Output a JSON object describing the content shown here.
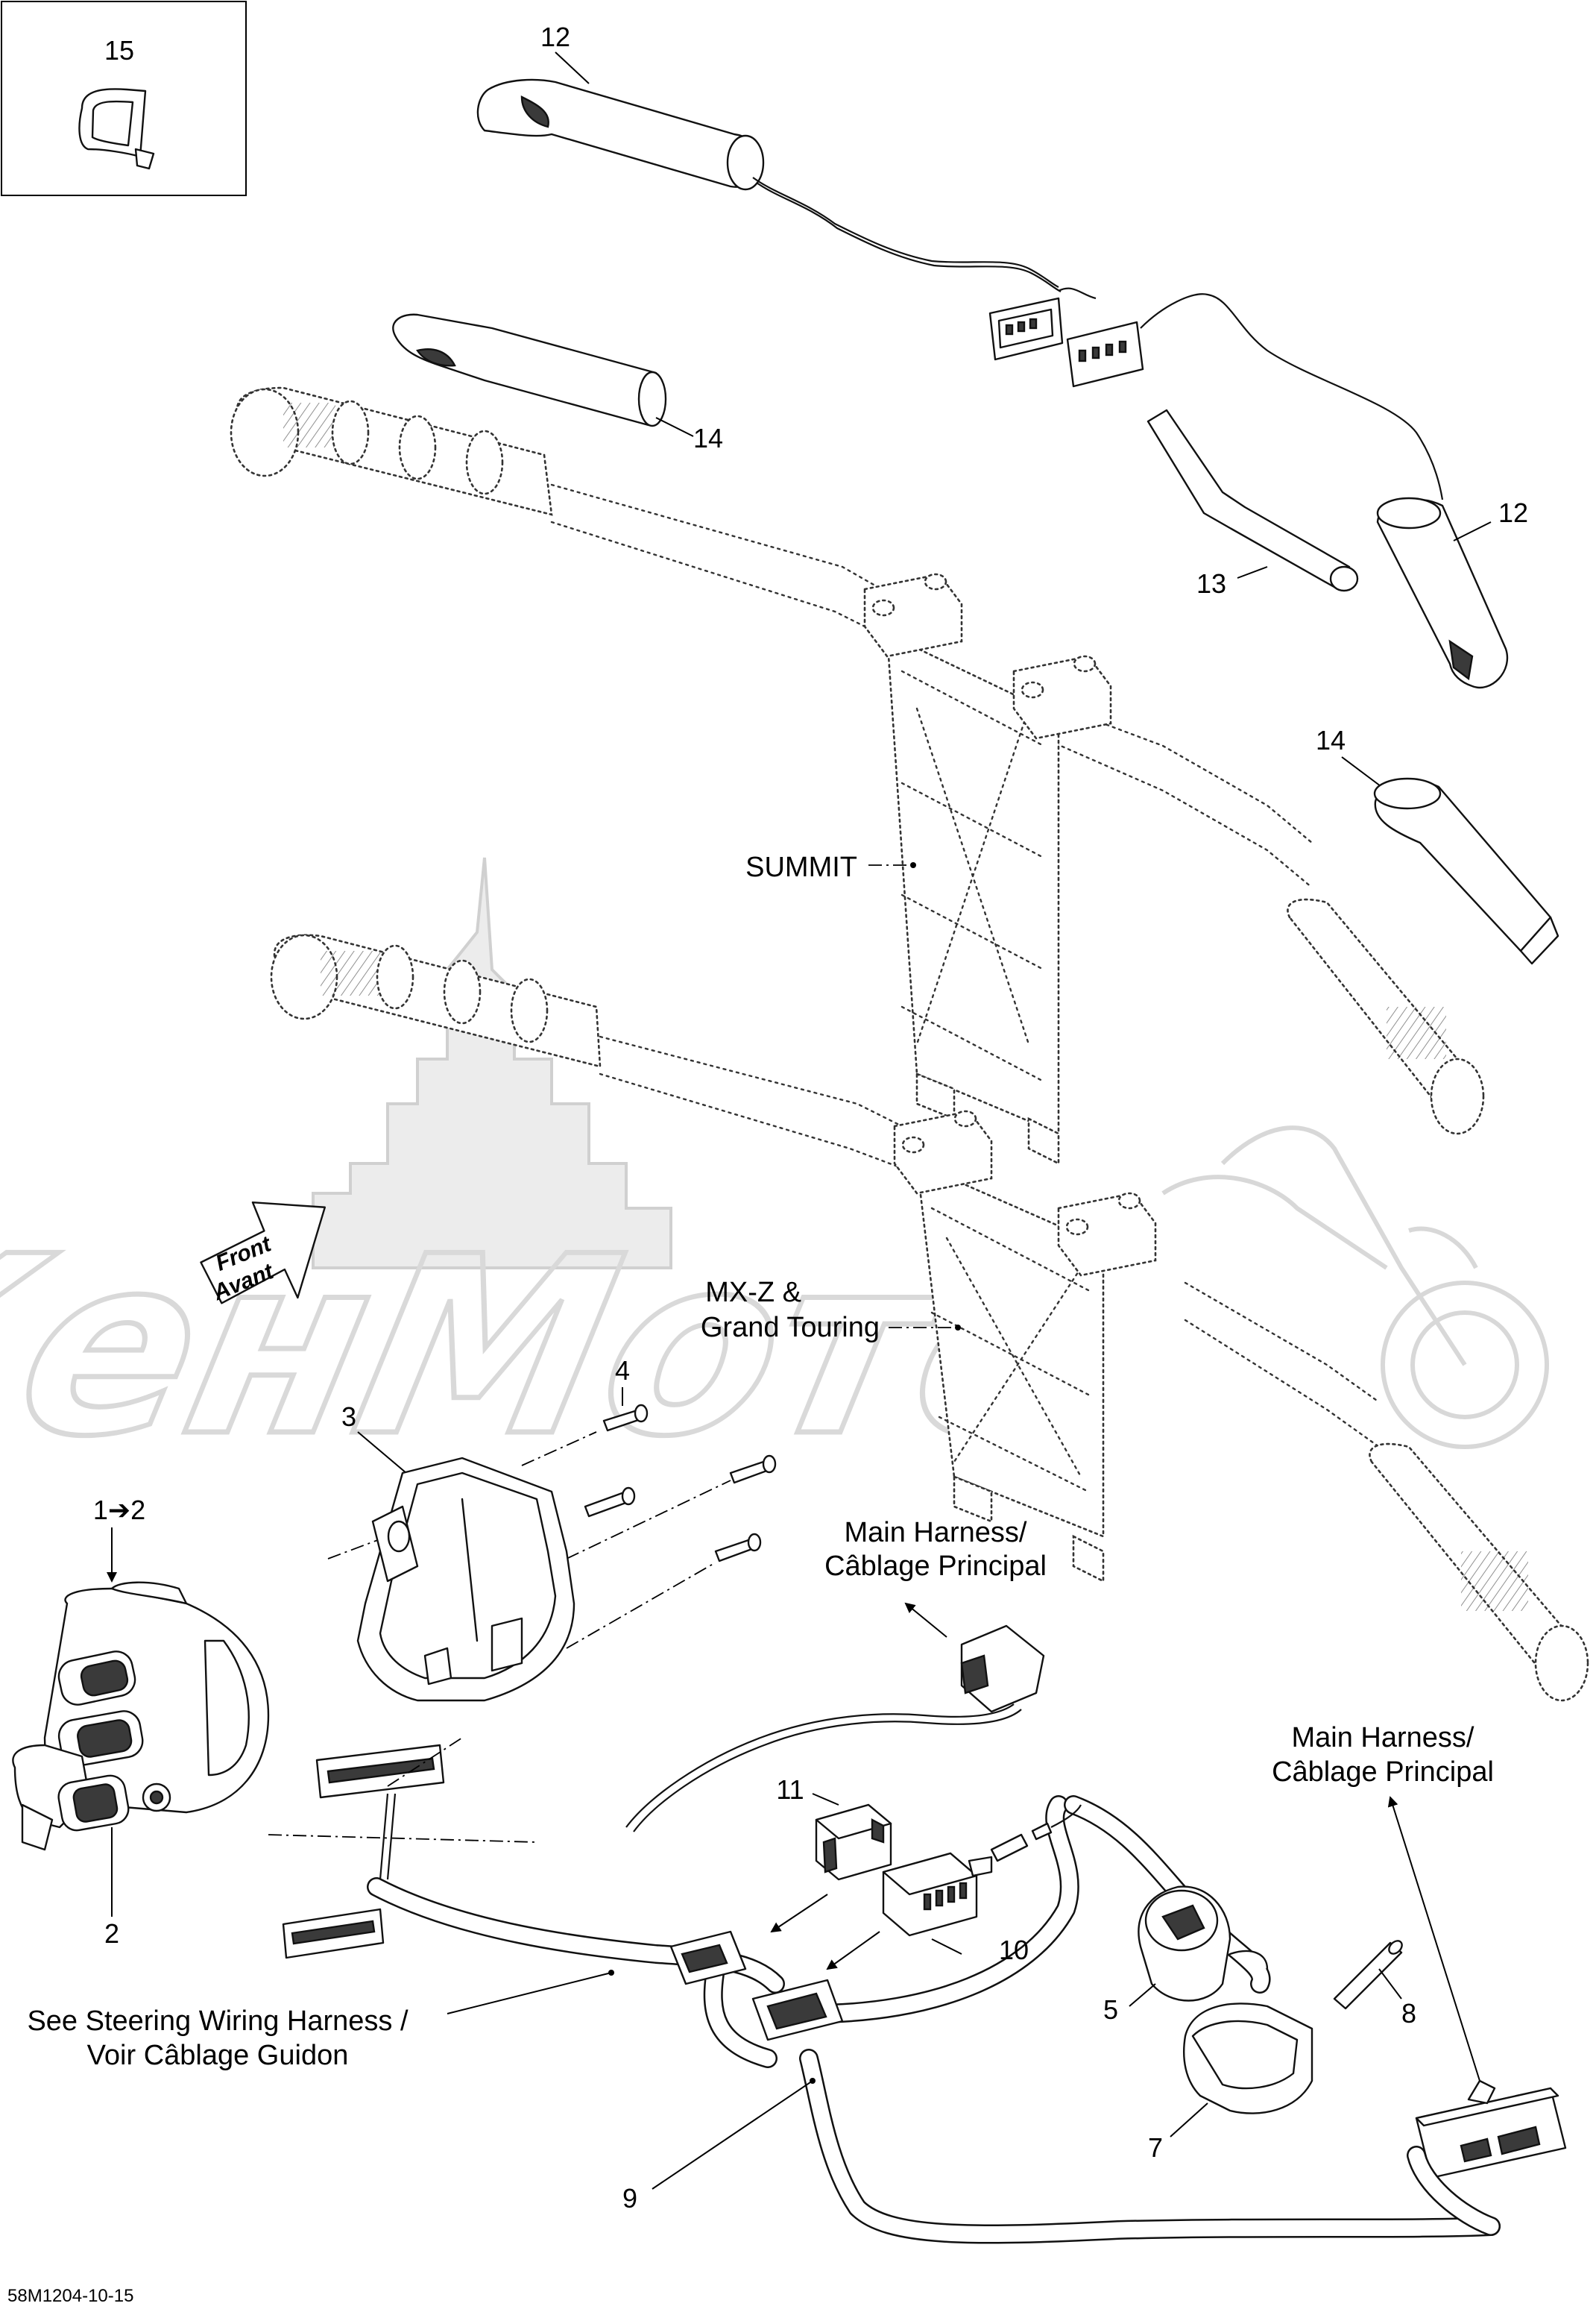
{
  "figure_code": "58M1204-10-15",
  "watermark_text": "КенМото",
  "labels": {
    "p15": "15",
    "p12_top": "12",
    "p14_top": "14",
    "p13": "13",
    "p12_right": "12",
    "p14_right": "14",
    "p4": "4",
    "p3": "3",
    "p1to2": "1➔2",
    "p2": "2",
    "p11": "11",
    "p10": "10",
    "p5": "5",
    "p8": "8",
    "p7": "7",
    "p9": "9"
  },
  "texts": {
    "summit": "SUMMIT",
    "mxz_line1": "MX-Z &",
    "mxz_line2": "Grand Touring",
    "main_harness_1_line1": "Main Harness/",
    "main_harness_1_line2": "Câblage Principal",
    "main_harness_2_line1": "Main Harness/",
    "main_harness_2_line2": "Câblage Principal",
    "steering_line1": "See Steering Wiring Harness /",
    "steering_line2": "Voir Câblage Guidon",
    "front_line1": "Front",
    "front_line2": "Avant"
  }
}
